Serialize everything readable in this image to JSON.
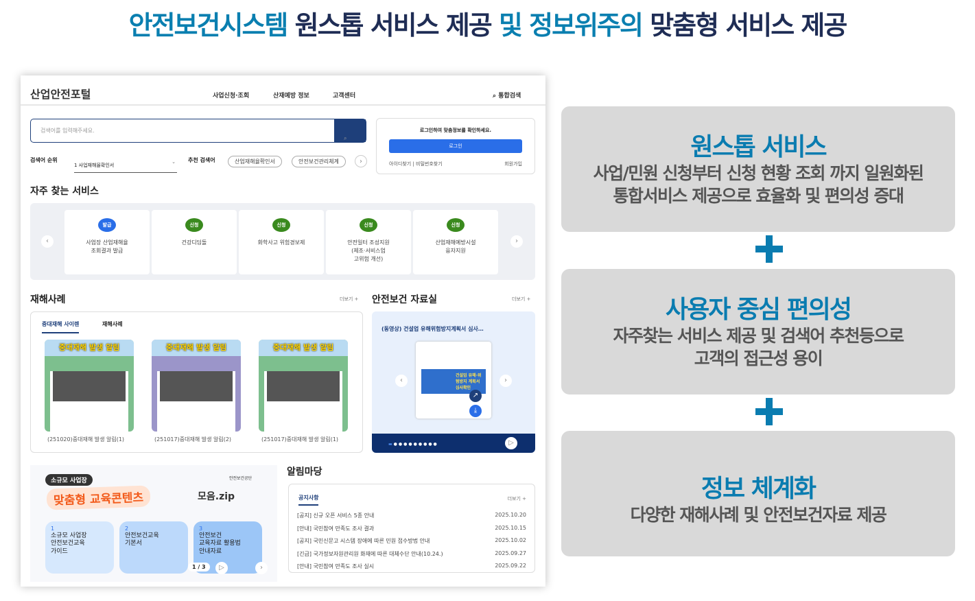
{
  "headline": {
    "part1": "안전보건시스템",
    "part2": " 원스톱 서비스 제공 ",
    "part3": "및 정보위주의",
    "part4": " 맞춤형 서비스 제공"
  },
  "portal": {
    "logo": "산업안전포털",
    "nav": [
      "사업신청·조회",
      "산재예방 정보",
      "고객센터"
    ],
    "integrated_search": "통합검색",
    "search_placeholder": "검색어를 입력해주세요.",
    "rank_label": "검색어 순위",
    "rank_item": "1  사업재해율확인서",
    "recommend_label": "추천 검색어",
    "recommend_chips": [
      "산업재해율확인서",
      "안전보건관리체계"
    ],
    "login": {
      "message": "로그인하여 맞춤정보를 확인하세요.",
      "button": "로그인",
      "find_id": "아이디찾기",
      "find_pw": "비밀번호찾기",
      "signup": "회원가입"
    },
    "frequent_title": "자주 찾는 서비스",
    "services": [
      {
        "badge": "발급",
        "label": "사업장 산업재해율\n조회결과 발급",
        "color": "#2a6ee8"
      },
      {
        "badge": "신청",
        "label": "건강디딤돌",
        "color": "#3a8a1e"
      },
      {
        "badge": "신청",
        "label": "화학사고 위험경보제",
        "color": "#3a8a1e"
      },
      {
        "badge": "신청",
        "label": "안전일터 조성지원\n(제조·서비스업\n고위험 개선)",
        "color": "#3a8a1e"
      },
      {
        "badge": "신청",
        "label": "산업재해예방시설\n융자지원",
        "color": "#3a8a1e"
      }
    ],
    "cases_title": "재해사례",
    "more": "더보기 +",
    "cases_tabs": [
      "중대재해 사이렌",
      "재해사례"
    ],
    "poster_title": "중대재해 발생 알림",
    "cases": [
      "(251020)중대재해 발생 알림(1)",
      "(251017)중대재해 발생 알림(2)",
      "(251017)중대재해 발생 알림(1)"
    ],
    "library_title": "안전보건 자료실",
    "library_item": "(동영상) 건설업 유해위험방지계획서 심사…",
    "library_thumb": "건설업 유해·위험방지 계획서 심사확인",
    "edu": {
      "tag": "소규모 사업장",
      "headline": "맞춤형 교육콘텐츠",
      "suffix": "모음.zip",
      "org": "안전보건공단",
      "pager": "1 / 3",
      "items": [
        {
          "num": "1",
          "text": "소규모 사업장\n안전보건교육\n가이드"
        },
        {
          "num": "2",
          "text": "안전보건교육\n기본서"
        },
        {
          "num": "3",
          "text": "안전보건\n교육자료 활용법\n안내자료"
        }
      ]
    },
    "notice_title": "알림마당",
    "notice_tab": "공지사항",
    "notices": [
      {
        "title": "[공지] 신규 오픈 서비스 5종 안내",
        "date": "2025.10.20"
      },
      {
        "title": "[안내] 국민참여 만족도 조사 결과",
        "date": "2025.10.15"
      },
      {
        "title": "[공지] 국민신문고 시스템 장애에 따른 민원 접수방법 안내",
        "date": "2025.10.02"
      },
      {
        "title": "[긴급] 국가정보자원관리원 화재에 따른 대체수단 안내(10.24.)",
        "date": "2025.09.27"
      },
      {
        "title": "[안내] 국민참여 만족도 조사 실시",
        "date": "2025.09.22"
      }
    ]
  },
  "panels": [
    {
      "title": "원스톱 서비스",
      "line1": "사업/민원 신청부터 신청 현황 조회 까지 일원화된",
      "line2": "통합서비스 제공으로 효율화 및 편의성 증대"
    },
    {
      "title": "사용자 중심 편의성",
      "line1": "자주찾는 서비스 제공 및 검색어 추천등으로",
      "line2": "고객의 접근성 용이"
    },
    {
      "title": "정보 체계화",
      "line1": "다양한 재해사례 및 안전보건자료 제공",
      "line2": ""
    }
  ]
}
